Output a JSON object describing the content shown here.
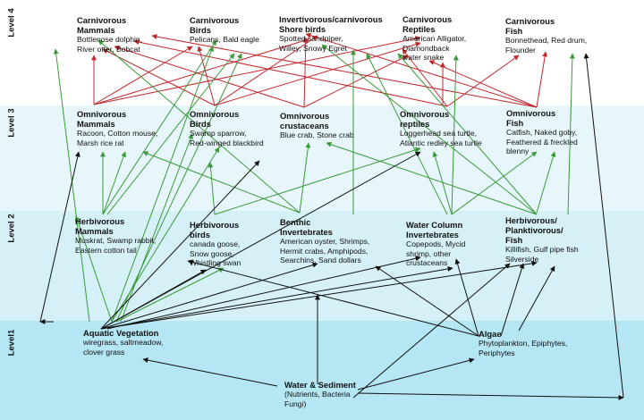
{
  "levels": {
    "level4": "Level 4",
    "level3": "Level 3",
    "level2": "Level 2",
    "level1": "Level1"
  },
  "band_colors": {
    "level4": "#ffffff",
    "level3": "#e7f6fa",
    "level2": "#d6f0f7",
    "level1": "#b4e6f3"
  },
  "arrow_colors": {
    "red": "#c1272d",
    "green": "#3a9a3a",
    "black": "#111111"
  },
  "nodes": {
    "carnivorous_mammals": {
      "title1": "Carnivorous",
      "title2": "Mammals",
      "m1": "Bottlenose dolphin,",
      "m2": "River otter, Bobcat",
      "m3": ""
    },
    "carnivorous_birds": {
      "title1": "Carnivorous",
      "title2": "Birds",
      "m1": "Pelicans, Bald eagle",
      "m2": "",
      "m3": ""
    },
    "invertivorous_shorebirds": {
      "title1": "Invertivorous/carnivorous",
      "title2": "Shore birds",
      "m1": "Spotted sandpiper,",
      "m2": "Willey, Snowy Egret",
      "m3": ""
    },
    "carnivorous_reptiles": {
      "title1": "Carnivorous",
      "title2": "Reptiles",
      "m1": "American Alligator,",
      "m2": "Diamondback",
      "m3": "water snake"
    },
    "carnivorous_fish": {
      "title1": "Carnivorous",
      "title2": "Fish",
      "m1": "Bonnethead, Red drum,",
      "m2": "Flounder",
      "m3": ""
    },
    "omnivorous_mammals": {
      "title1": "Omnivorous",
      "title2": "Mammals",
      "m1": "Racoon, Cotton mouse,",
      "m2": "Marsh rice rat",
      "m3": ""
    },
    "omnivorous_birds": {
      "title1": "Omnivorous",
      "title2": "Birds",
      "m1": "Swamp sparrow,",
      "m2": "Red-winged blackbird",
      "m3": ""
    },
    "omnivorous_crustaceans": {
      "title1": "Omnivorous",
      "title2": "crustaceans",
      "m1": "Blue crab, Stone crab",
      "m2": "",
      "m3": ""
    },
    "omnivorous_reptiles": {
      "title1": "Omnivorous",
      "title2": "reptiles",
      "m1": "Loggerhead sea turtle,",
      "m2": "Atlantic redley sea turtle",
      "m3": ""
    },
    "omnivorous_fish": {
      "title1": "Omnivorous",
      "title2": "Fish",
      "m1": "Catfish, Naked goby,",
      "m2": "Feathered & freckled",
      "m3": "blenny"
    },
    "herbivorous_mammals": {
      "title1": "Herbivorous",
      "title2": "Mammals",
      "m1": "Muskrat, Swamp rabbit,",
      "m2": "Eastern cotton tail",
      "m3": ""
    },
    "herbivorous_birds": {
      "title1": "Herbivorous",
      "title2": "birds",
      "m1": "canada goose,",
      "m2": "Snow goose,",
      "m3": "Whistling swan"
    },
    "benthic_invertebrates": {
      "title1": "Benthic",
      "title2": "Invertebrates",
      "m1": "American oyster, Shrimps,",
      "m2": "Hermit crabs, Amphipods,",
      "m3": "Searchins, Sand dollars"
    },
    "water_column_invertebrates": {
      "title1": "Water Column",
      "title2": "Invertebrates",
      "m1": "Copepods, Mycid",
      "m2": "shrimp, other",
      "m3": "crustaceans"
    },
    "herbivorous_planktivorous_fish": {
      "title1": "Herbivorous/",
      "title2": "Planktivorous/",
      "title3": "Fish",
      "m1": "Killifish, Gulf pipe fish",
      "m2": "Silverside",
      "m3": ""
    },
    "aquatic_vegetation": {
      "title1": "Aquatic Vegetation",
      "title2": "",
      "m1": "wiregrass, saltmeadow,",
      "m2": "clover grass",
      "m3": ""
    },
    "algae": {
      "title1": "Algae",
      "title2": "",
      "m1": "Phytoplankton, Epiphytes,",
      "m2": "Periphytes",
      "m3": ""
    },
    "water_sediment": {
      "title1": "Water & Sediment",
      "title2": "",
      "m1": "(Nutrients, Bacteria",
      "m2": "Fungi)",
      "m3": ""
    }
  }
}
